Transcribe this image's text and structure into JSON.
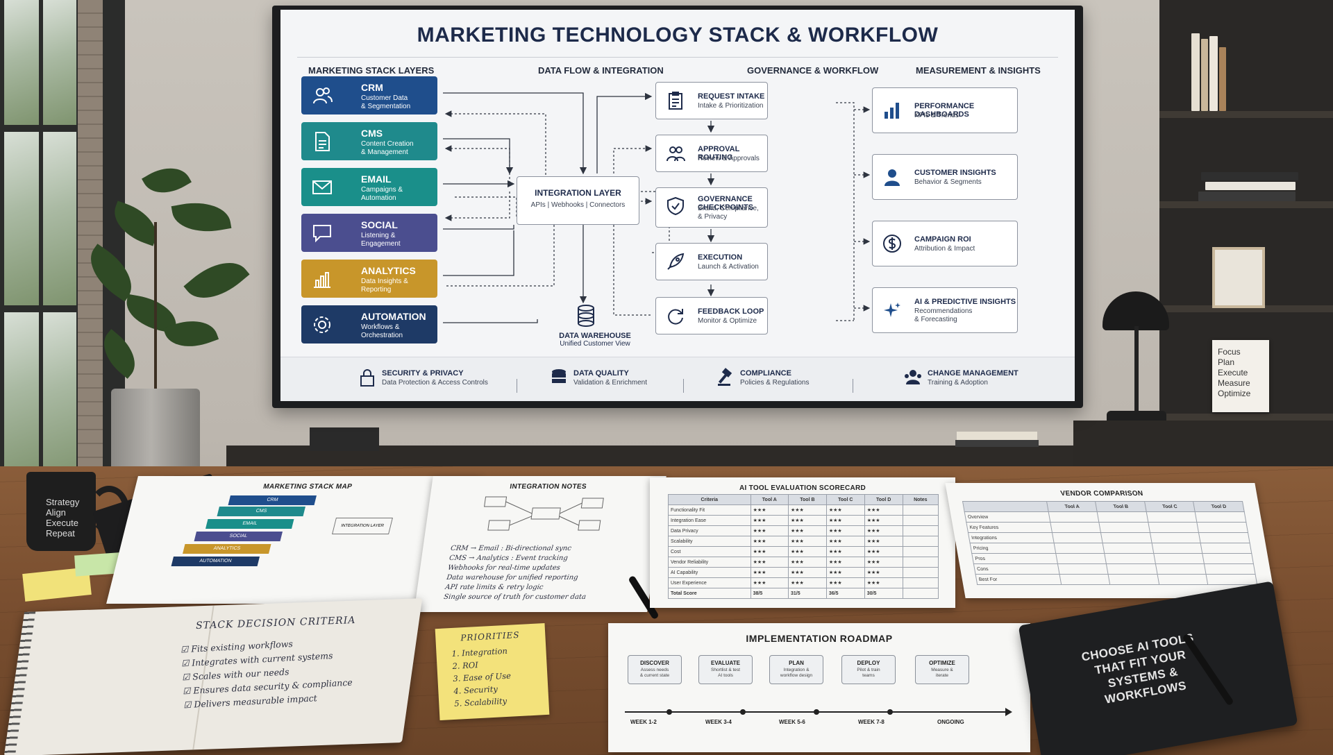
{
  "board": {
    "title": "MARKETING TECHNOLOGY STACK & WORKFLOW",
    "columns": {
      "stack": "MARKETING STACK LAYERS",
      "flow": "DATA FLOW & INTEGRATION",
      "governance": "GOVERNANCE & WORKFLOW",
      "measurement": "MEASUREMENT & INSIGHTS"
    },
    "layers": [
      {
        "title": "CRM",
        "sub1": "Customer Data",
        "sub2": "& Segmentation",
        "color": "#1f4e8c",
        "icon": "users-icon"
      },
      {
        "title": "CMS",
        "sub1": "Content Creation",
        "sub2": "& Management",
        "color": "#1f8a8c",
        "icon": "document-icon"
      },
      {
        "title": "EMAIL",
        "sub1": "Campaigns &",
        "sub2": "Automation",
        "color": "#1a8f8a",
        "icon": "envelope-icon"
      },
      {
        "title": "SOCIAL",
        "sub1": "Listening &",
        "sub2": "Engagement",
        "color": "#4b4e8f",
        "icon": "chat-bubble-icon"
      },
      {
        "title": "ANALYTICS",
        "sub1": "Data Insights &",
        "sub2": "Reporting",
        "color": "#c8962a",
        "icon": "bar-chart-icon"
      },
      {
        "title": "AUTOMATION",
        "sub1": "Workflows &",
        "sub2": "Orchestration",
        "color": "#1e3a66",
        "icon": "gear-icon"
      }
    ],
    "integration": {
      "title": "INTEGRATION LAYER",
      "sub": "APIs  |  Webhooks  |  Connectors"
    },
    "warehouse": {
      "title": "DATA WAREHOUSE",
      "sub": "Unified Customer View"
    },
    "governance": [
      {
        "title": "REQUEST INTAKE",
        "sub1": "Intake & Prioritization",
        "sub2": "",
        "icon": "clipboard-icon"
      },
      {
        "title": "APPROVAL ROUTING",
        "sub1": "Review & Approvals",
        "sub2": "",
        "icon": "people-icon"
      },
      {
        "title": "GOVERNANCE CHECKPOINTS",
        "sub1": "Brand, Compliance,",
        "sub2": "& Privacy",
        "icon": "shield-icon"
      },
      {
        "title": "EXECUTION",
        "sub1": "Launch & Activation",
        "sub2": "",
        "icon": "rocket-icon"
      },
      {
        "title": "FEEDBACK LOOP",
        "sub1": "Monitor & Optimize",
        "sub2": "",
        "icon": "refresh-icon"
      }
    ],
    "measurement": [
      {
        "title": "PERFORMANCE DASHBOARDS",
        "sub1": "KPIs & Trends",
        "sub2": "",
        "icon": "bar-chart-icon"
      },
      {
        "title": "CUSTOMER INSIGHTS",
        "sub1": "Behavior & Segments",
        "sub2": "",
        "icon": "person-icon"
      },
      {
        "title": "CAMPAIGN ROI",
        "sub1": "Attribution & Impact",
        "sub2": "",
        "icon": "dollar-icon"
      },
      {
        "title": "AI & PREDICTIVE INSIGHTS",
        "sub1": "Recommendations",
        "sub2": "& Forecasting",
        "icon": "sparkle-icon"
      }
    ],
    "footer": [
      {
        "title": "SECURITY & PRIVACY",
        "sub": "Data Protection & Access Controls",
        "icon": "lock-icon"
      },
      {
        "title": "DATA QUALITY",
        "sub": "Validation & Enrichment",
        "icon": "database-icon"
      },
      {
        "title": "COMPLIANCE",
        "sub": "Policies & Regulations",
        "icon": "gavel-icon"
      },
      {
        "title": "CHANGE MANAGEMENT",
        "sub": "Training & Adoption",
        "icon": "team-icon"
      }
    ]
  },
  "mug": {
    "lines": [
      "Strategy",
      "Align",
      "Execute",
      "Repeat"
    ]
  },
  "card": {
    "lines": [
      "Focus",
      "Plan",
      "Execute",
      "Measure",
      "Optimize"
    ]
  },
  "desk": {
    "stack_map": {
      "title": "MARKETING STACK MAP",
      "layers": [
        "CRM",
        "CMS",
        "EMAIL",
        "SOCIAL",
        "ANALYTICS",
        "AUTOMATION"
      ],
      "integration": "INTEGRATION LAYER"
    },
    "integration_notes": {
      "title": "INTEGRATION NOTES",
      "lines": [
        "CRM → Email : Bi-directional sync",
        "CMS → Analytics : Event tracking",
        "Webhooks for real-time updates",
        "Data warehouse for unified reporting",
        "API rate limits & retry logic",
        "Single source of truth for customer data"
      ]
    },
    "scorecard": {
      "title": "AI TOOL EVALUATION SCORECARD",
      "headers": [
        "Criteria",
        "Tool A",
        "Tool B",
        "Tool C",
        "Tool D",
        "Notes"
      ],
      "rows": [
        [
          "Functionality Fit",
          "★★★",
          "★★★",
          "★★★",
          "★★★",
          ""
        ],
        [
          "Integration Ease",
          "★★★",
          "★★★",
          "★★★",
          "★★★",
          ""
        ],
        [
          "Data Privacy",
          "★★★",
          "★★★",
          "★★★",
          "★★★",
          ""
        ],
        [
          "Scalability",
          "★★★",
          "★★★",
          "★★★",
          "★★★",
          ""
        ],
        [
          "Cost",
          "★★★",
          "★★★",
          "★★★",
          "★★★",
          ""
        ],
        [
          "Vendor Reliability",
          "★★★",
          "★★★",
          "★★★",
          "★★★",
          ""
        ],
        [
          "AI Capability",
          "★★★",
          "★★★",
          "★★★",
          "★★★",
          ""
        ],
        [
          "User Experience",
          "★★★",
          "★★★",
          "★★★",
          "★★★",
          ""
        ],
        [
          "Total Score",
          "38/5",
          "31/5",
          "36/5",
          "30/5",
          ""
        ]
      ]
    },
    "vendor": {
      "title": "VENDOR COMPARISON",
      "headers": [
        "",
        "Tool A",
        "Tool B",
        "Tool C",
        "Tool D"
      ],
      "rows": [
        "Overview",
        "Key Features",
        "Integrations",
        "Pricing",
        "Pros",
        "Cons",
        "Best For"
      ]
    },
    "criteria": {
      "title": "STACK DECISION CRITERIA",
      "items": [
        "Fits existing workflows",
        "Integrates with current systems",
        "Scales with our needs",
        "Ensures data security & compliance",
        "Delivers measurable impact"
      ]
    },
    "priorities": {
      "title": "PRIORITIES",
      "items": [
        "1. Integration",
        "2. ROI",
        "3. Ease of Use",
        "4. Security",
        "5. Scalability"
      ]
    },
    "roadmap": {
      "title": "IMPLEMENTATION ROADMAP",
      "steps": [
        {
          "name": "DISCOVER",
          "desc1": "Assess needs",
          "desc2": "& current state"
        },
        {
          "name": "EVALUATE",
          "desc1": "Shortlist & test",
          "desc2": "AI tools"
        },
        {
          "name": "PLAN",
          "desc1": "Integration &",
          "desc2": "workflow design"
        },
        {
          "name": "DEPLOY",
          "desc1": "Pilot & train",
          "desc2": "teams"
        },
        {
          "name": "OPTIMIZE",
          "desc1": "Measure &",
          "desc2": "iterate"
        }
      ],
      "weeks": [
        "WEEK 1-2",
        "WEEK 3-4",
        "WEEK 5-6",
        "WEEK 7-8",
        "ONGOING"
      ]
    },
    "notebook_text": {
      "lines": [
        "CHOOSE AI TOOLS",
        "THAT FIT YOUR",
        "SYSTEMS &",
        "WORKFLOWS"
      ]
    }
  }
}
